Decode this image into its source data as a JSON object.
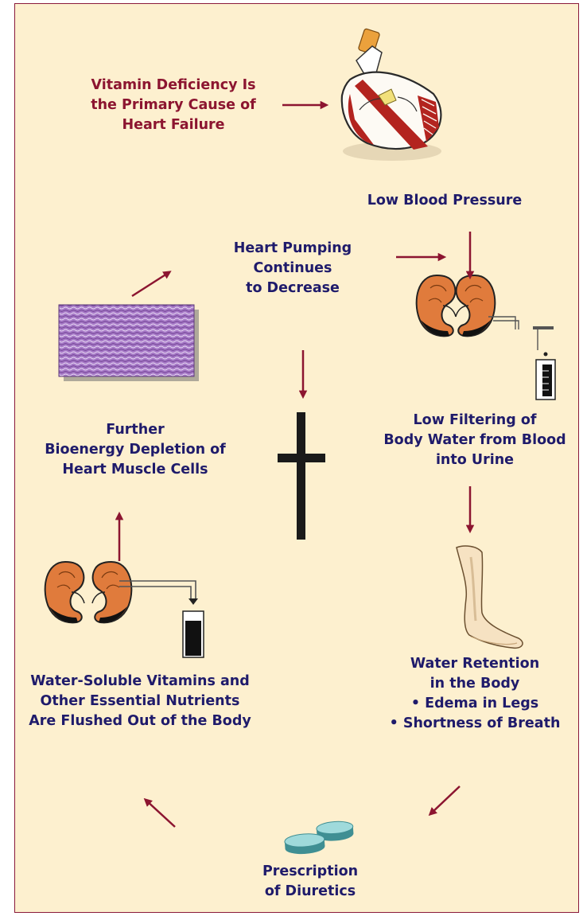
{
  "colors": {
    "background": "#fdf0cf",
    "border": "#8a1a3a",
    "arrow": "#8c1530",
    "label_dark": "#1f1b6b",
    "label_red": "#8c1530",
    "kidney": "#e07b3c",
    "pill": "#8fd0d2"
  },
  "nodes": {
    "cause": {
      "text": "Vitamin Deficiency Is\nthe Primary Cause of\nHeart Failure",
      "icon": "heart-icon"
    },
    "low_bp": {
      "text": "Low Blood Pressure"
    },
    "pumping": {
      "text": "Heart Pumping\nContinues\nto Decrease"
    },
    "filtering": {
      "text": "Low Filtering of\nBody Water from Blood\ninto Urine",
      "icon": "kidneys-icon"
    },
    "retention": {
      "text": "Water Retention\nin the Body\n• Edema in Legs\n• Shortness of Breath",
      "icon": "leg-icon"
    },
    "diuretics": {
      "text": "Prescription\nof Diuretics",
      "icon": "pills-icon"
    },
    "flushed": {
      "text": "Water-Soluble Vitamins and\nOther Essential Nutrients\nAre Flushed Out of the Body",
      "icon": "kidneys-icon"
    },
    "depletion": {
      "text": "Further\nBioenergy Depletion of\nHeart Muscle Cells",
      "icon": "muscle-tissue-icon"
    },
    "death": {
      "icon": "cross-icon"
    }
  },
  "edges": [
    {
      "from": "cause",
      "to": "heart"
    },
    {
      "from": "low_bp",
      "to": "filtering"
    },
    {
      "from": "pumping",
      "to": "low_bp"
    },
    {
      "from": "filtering",
      "to": "retention"
    },
    {
      "from": "retention",
      "to": "diuretics"
    },
    {
      "from": "diuretics",
      "to": "flushed"
    },
    {
      "from": "flushed",
      "to": "depletion"
    },
    {
      "from": "depletion",
      "to": "pumping"
    },
    {
      "from": "pumping",
      "to": "death"
    }
  ]
}
